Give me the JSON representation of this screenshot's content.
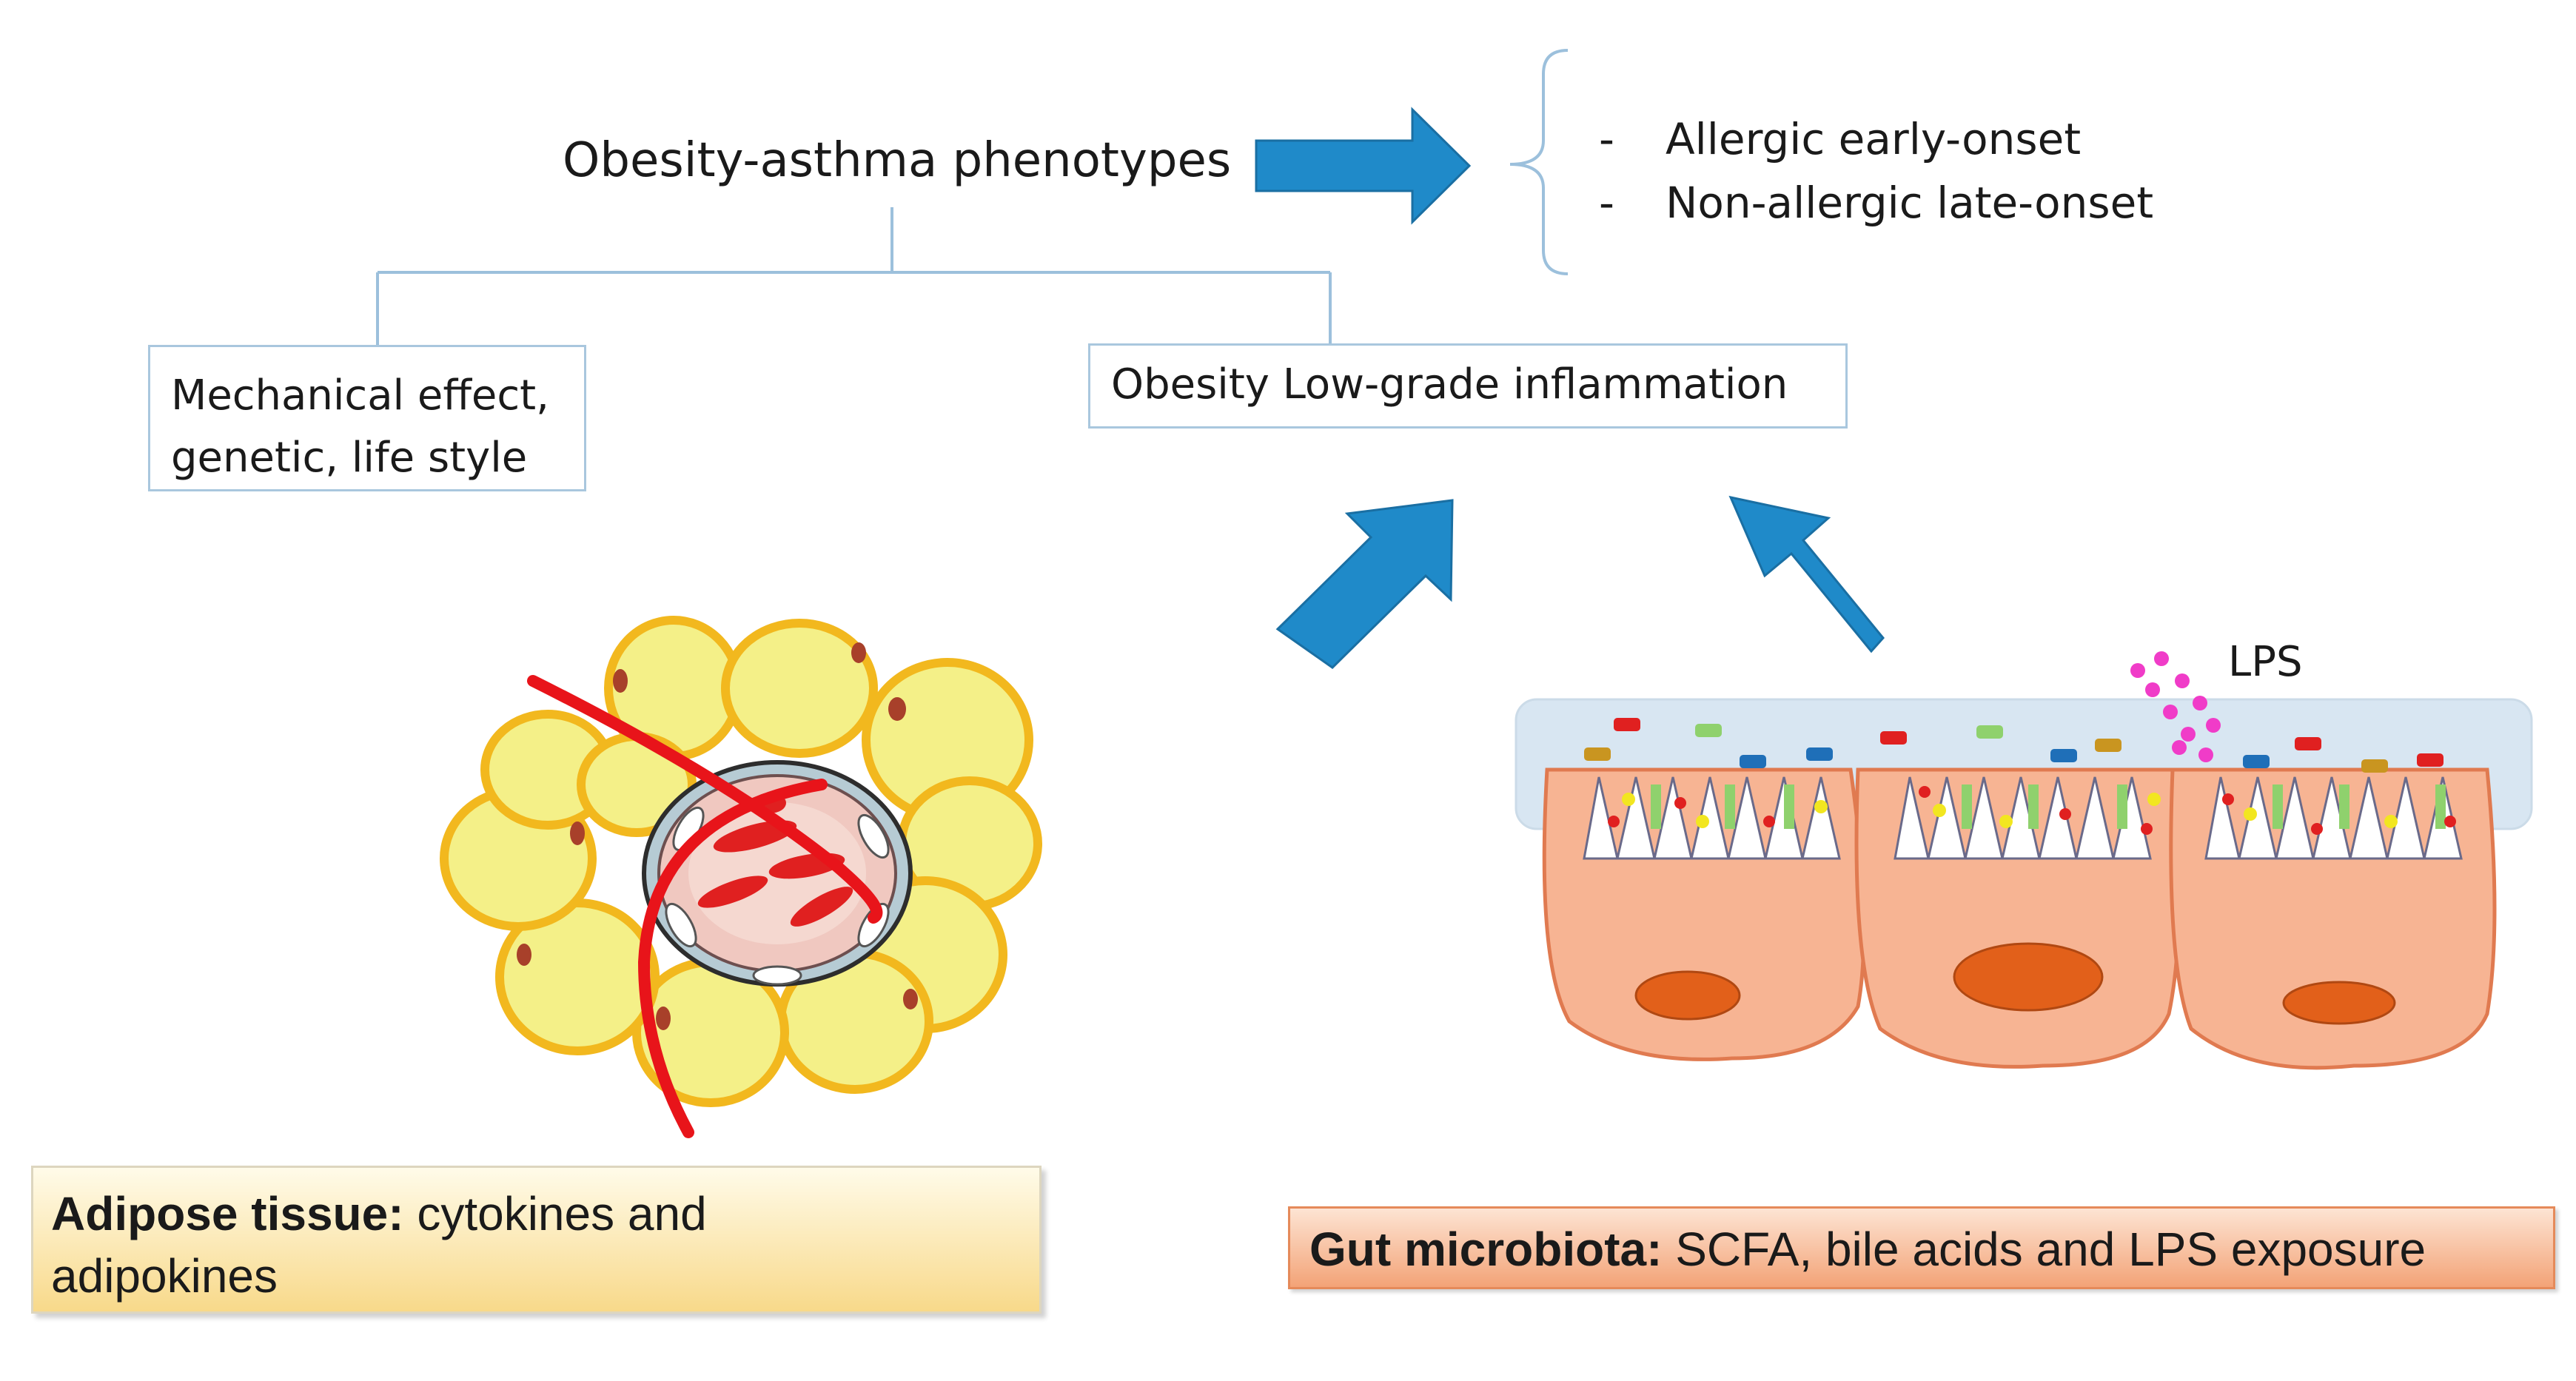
{
  "title": "Obesity-asthma phenotypes",
  "phenotypes": [
    {
      "dash": "-",
      "text": "Allergic early-onset"
    },
    {
      "dash": "-",
      "text": "Non-allergic late-onset"
    }
  ],
  "boxes": {
    "mechanical": {
      "line1": "Mechanical effect,",
      "line2": "genetic, life style"
    },
    "inflammation": "Obesity Low-grade inflammation"
  },
  "adipose": {
    "bold": "Adipose tissue:",
    "text": " cytokines and",
    "line2": "adipokines"
  },
  "gut": {
    "bold": "Gut microbiota:",
    "text": " SCFA, bile acids and LPS exposure"
  },
  "lps_label": "LPS",
  "colors": {
    "arrow_blue": "#1f8ac9",
    "connector_blue": "#9cc0dc",
    "adipocyte_yellow": "#f4f088",
    "adipocyte_border": "#f2b81e",
    "vessel_red": "#e8141a",
    "gut_cell": "#f7b493",
    "nucleus": "#e2601a",
    "lps_pink": "#f03cc8"
  }
}
